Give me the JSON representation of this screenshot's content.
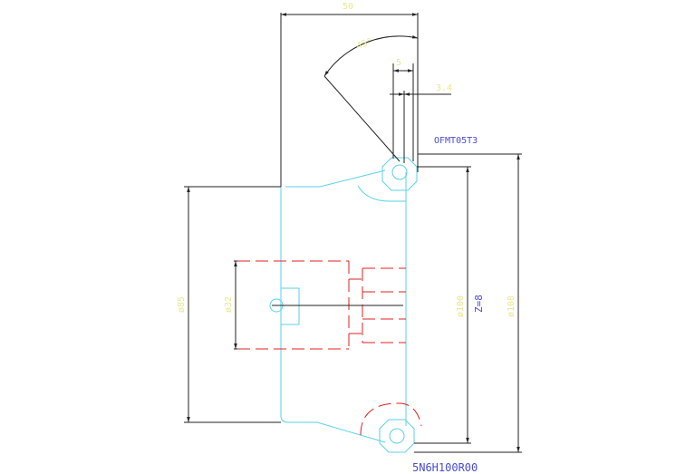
{
  "colors": {
    "dimension": "#222222",
    "dimension_text": "#e8e890",
    "outline": "#5ad2e6",
    "hidden": "#e0201c",
    "annotation": "#4a4ad8",
    "paper": "#ffffff"
  },
  "dimensions": {
    "width_50": "50",
    "angle_45": "45°",
    "width_5": "5",
    "offset_3_4": "3.4",
    "dia_85": "ø85",
    "dia_32": "ø32",
    "dia_100": "ø100",
    "teeth_z8": "Z=8",
    "dia_108": "ø108"
  },
  "labels": {
    "insert_code": "OFMT05T3",
    "cutter_code": "5N6H100R00"
  }
}
